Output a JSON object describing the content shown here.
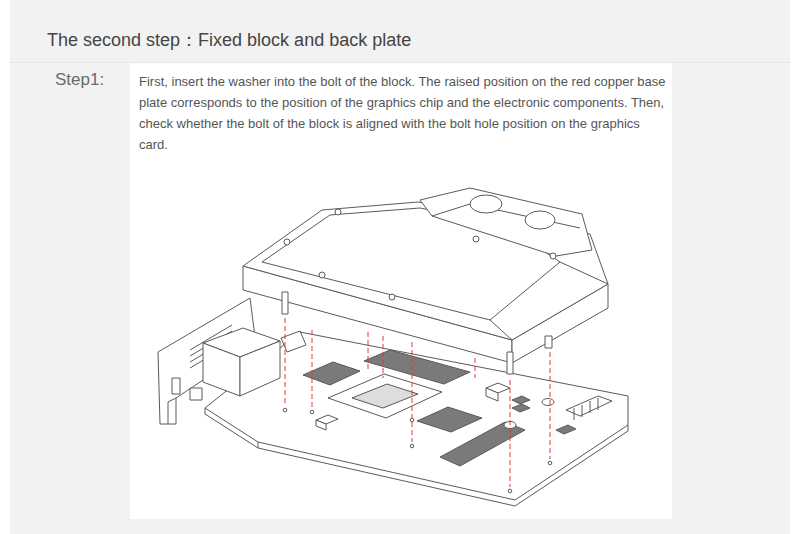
{
  "diagram": {
    "title": "The second step：Fixed block and back plate",
    "labels": [
      "Step1:",
      "First, insert the washer into the bolt of the block. The raised position on the red copper base plate corresponds to the position of the graphics chip and the electronic components. Then, check whether the bolt of the block is aligned with the bolt hole position on the graphics card."
    ]
  }
}
